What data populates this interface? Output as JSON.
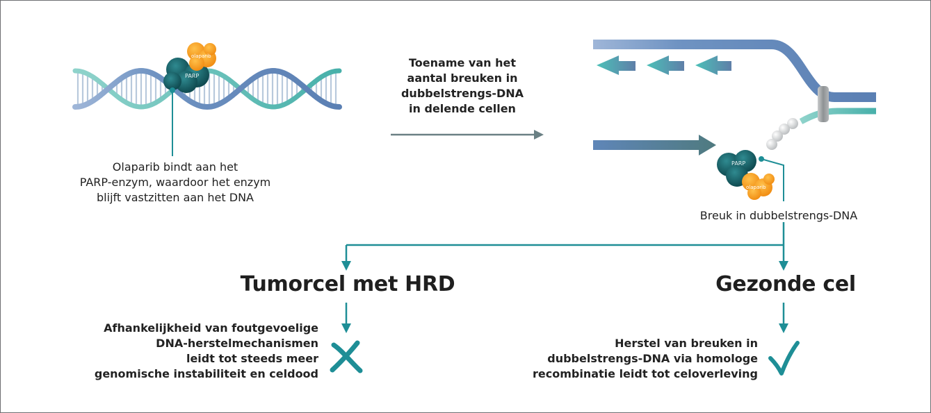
{
  "left_caption": [
    "Olaparib bindt aan het",
    "PARP-enzym, waardoor het enzym",
    "blijft vastzitten aan het DNA"
  ],
  "middle_caption": [
    "Toename van het",
    "aantal breuken in",
    "dubbelstrengs-DNA",
    "in delende cellen"
  ],
  "break_caption": "Breuk in dubbelstrengs-DNA",
  "tumor": {
    "heading": "Tumorcel met HRD",
    "text": [
      "Afhankelijkheid van foutgevoelige",
      "DNA-herstelmechanismen",
      "leidt tot steeds meer",
      "genomische instabiliteit en celdood"
    ]
  },
  "healthy": {
    "heading": "Gezonde cel",
    "text": [
      "Herstel van breuken in",
      "dubbelstrengs-DNA via homologe",
      "recombinatie leidt tot celoverleving"
    ]
  },
  "labels": {
    "parp": "PARP",
    "olaparib": "olaparib"
  },
  "colors": {
    "teal": "#1e8e96",
    "strand_blue": "#5f86b8",
    "strand_teal": "#4ab3ad",
    "parp_dark": "#0f4e55",
    "olaparib_orange": "#f39a1e",
    "arrow_gray": "#6a8084"
  },
  "icons": {
    "fail": "cross-icon",
    "success": "check-icon"
  }
}
